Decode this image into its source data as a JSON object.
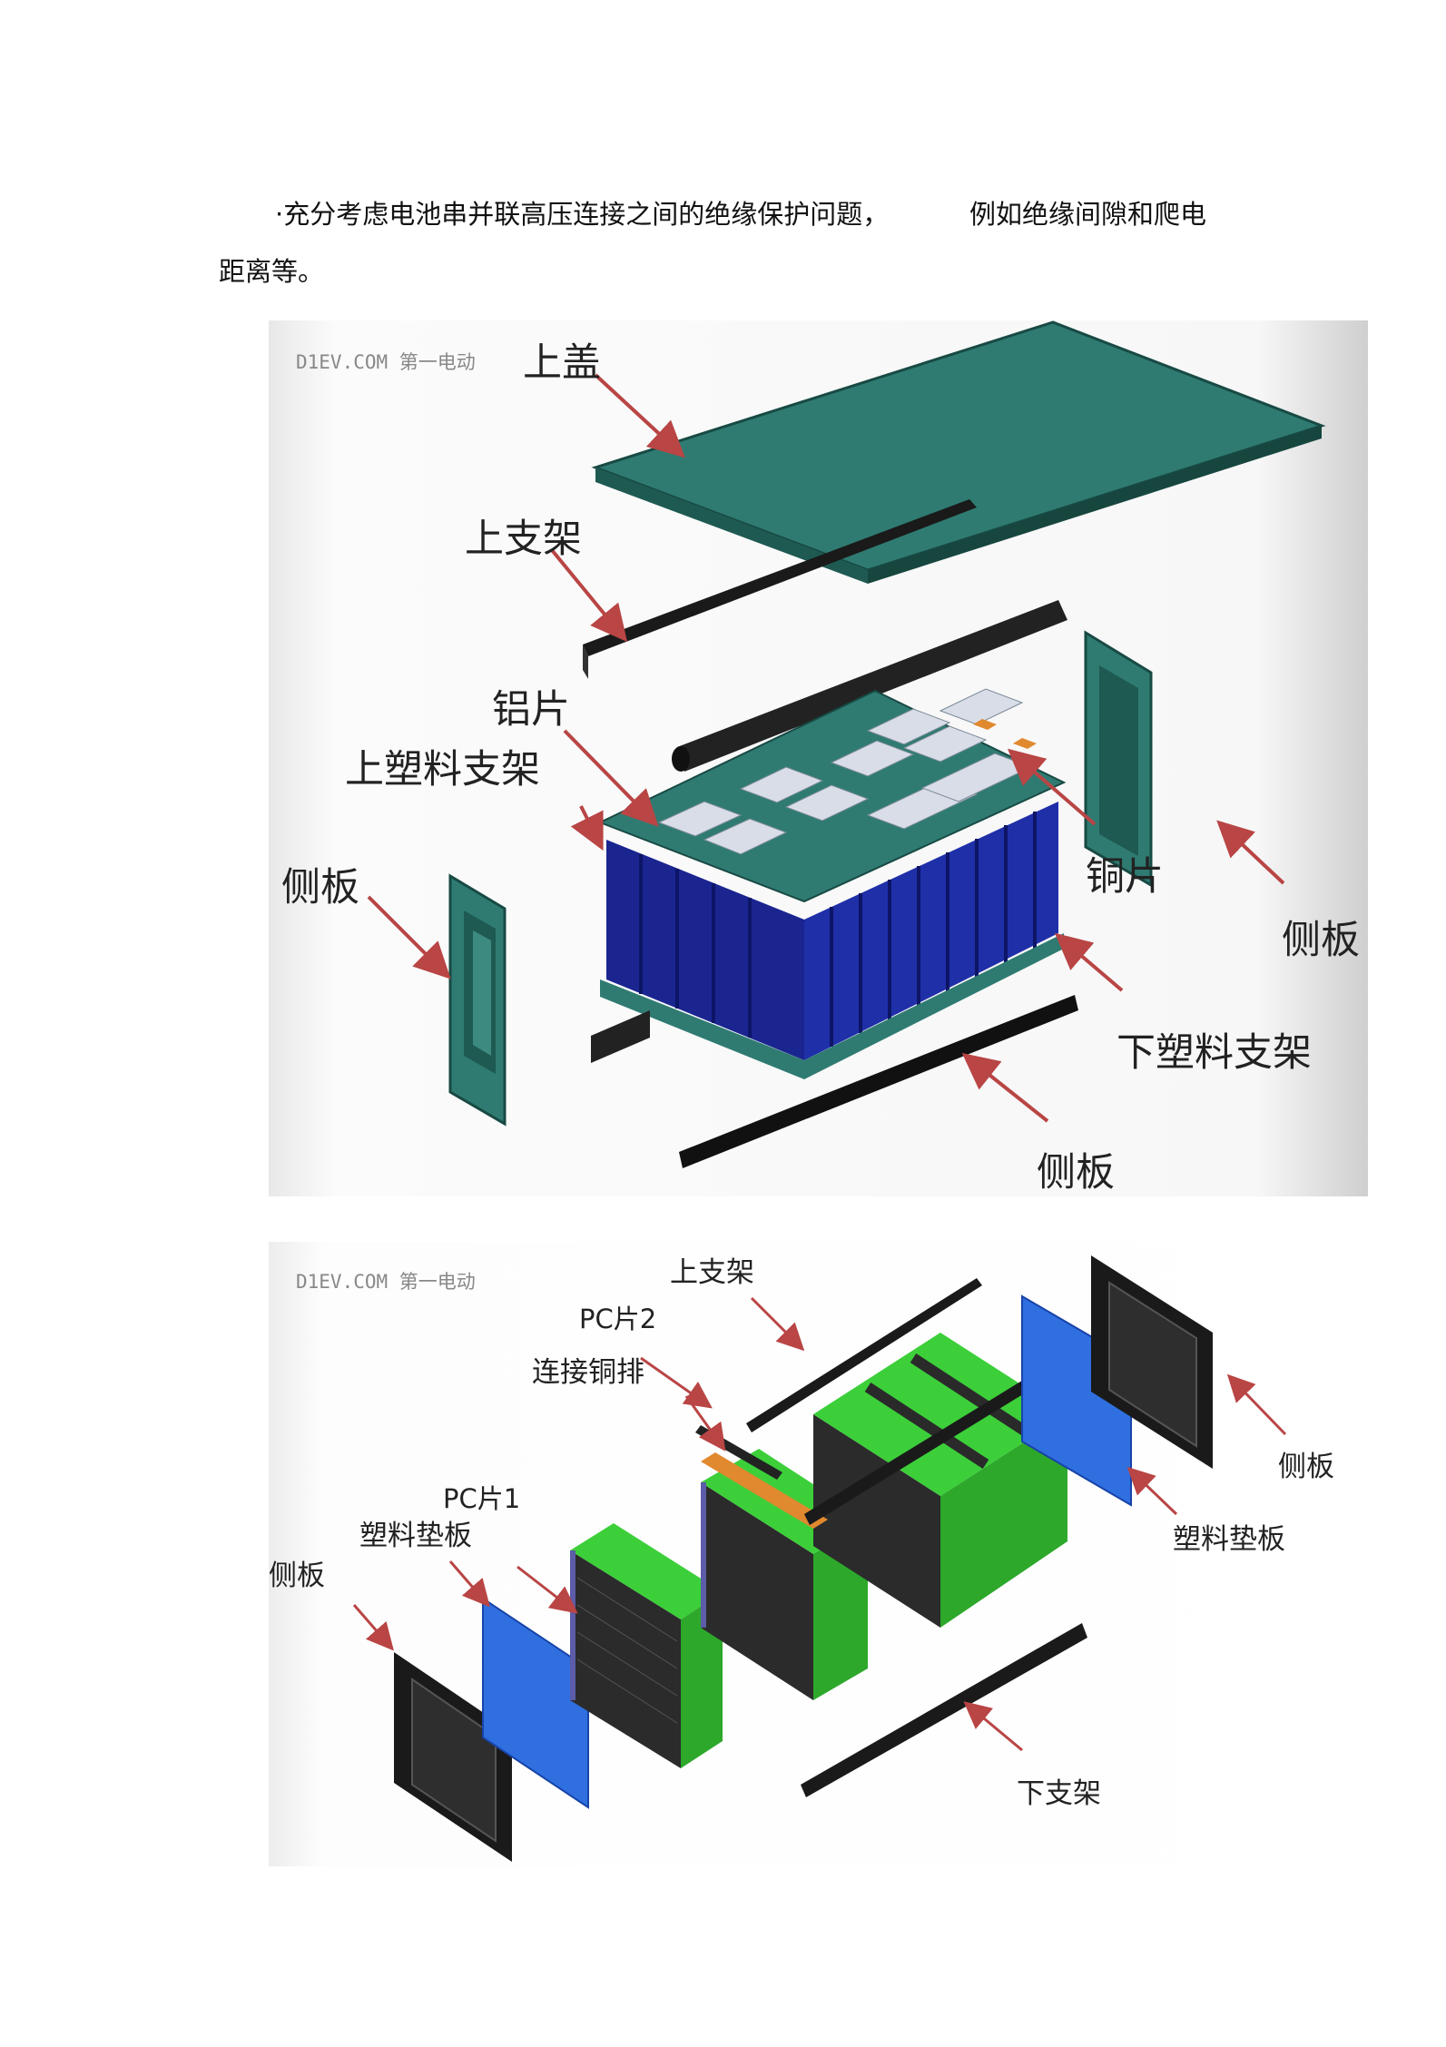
{
  "paragraph": {
    "line1_a": "·充分考虑电池串并联高压连接之间的绝缘保护问题，",
    "line1_b": "例如绝缘间隙和爬电",
    "line2": "距离等。"
  },
  "figure1": {
    "watermark": "D1EV.COM 第一电动",
    "labels": {
      "top_cover": "上盖",
      "upper_bracket": "上支架",
      "aluminum_sheet": "铝片",
      "upper_plastic_bracket": "上塑料支架",
      "side_panel_left": "侧板",
      "copper_sheet": "铜片",
      "side_panel_right": "侧板",
      "lower_plastic_bracket": "下塑料支架",
      "side_panel_bottom": "侧板"
    }
  },
  "figure2": {
    "watermark": "D1EV.COM 第一电动",
    "labels": {
      "upper_bracket": "上支架",
      "pc_sheet_2": "PC片2",
      "connecting_busbar": "连接铜排",
      "pc_sheet_1": "PC片1",
      "plastic_pad_left": "塑料垫板",
      "side_panel_left": "侧板",
      "side_panel_right": "侧板",
      "plastic_pad_right": "塑料垫板",
      "lower_bracket": "下支架"
    }
  },
  "colors": {
    "teal": "#2f7b72",
    "teal_dark": "#1e5a52",
    "cell_blue": "#1f2fa8",
    "arrow_red": "#b94545",
    "cell_green": "#3ccf3a",
    "pad_blue": "#2f6fe0",
    "frame_black": "#1a1a1a"
  }
}
